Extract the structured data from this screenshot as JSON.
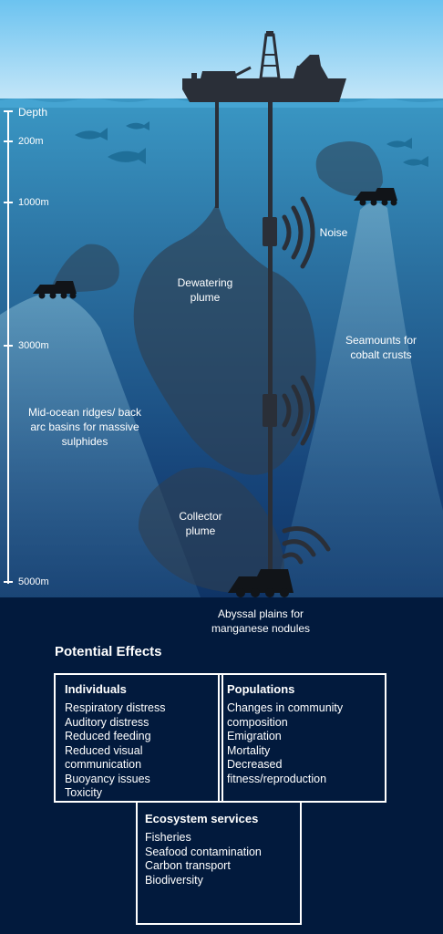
{
  "depth": {
    "title": "Depth",
    "markers": [
      "200m",
      "1000m",
      "3000m",
      "5000m"
    ]
  },
  "labels": {
    "noise": "Noise",
    "dewatering_plume": "Dewatering plume",
    "seamounts": "Seamounts for cobalt crusts",
    "ridges": "Mid-ocean ridges/ back arc basins for massive sulphides",
    "collector_plume": "Collector plume",
    "abyssal": "Abyssal plains for manganese nodules"
  },
  "effects": {
    "title": "Potential Effects",
    "individuals": {
      "title": "Individuals",
      "items": [
        "Respiratory distress",
        "Auditory distress",
        "Reduced feeding",
        "Reduced visual communication",
        "Buoyancy issues",
        "Toxicity"
      ]
    },
    "populations": {
      "title": "Populations",
      "items": [
        "Changes in community composition",
        "Emigration",
        "Mortality",
        "Decreased fitness/reproduction"
      ]
    },
    "ecosystem": {
      "title": "Ecosystem services",
      "items": [
        "Fisheries",
        "Seafood contamination",
        "Carbon transport",
        "Biodiversity"
      ]
    }
  },
  "colors": {
    "sky_top": "#6cc3f0",
    "sky_bottom": "#bfe4f8",
    "sea_top": "#2f89b8",
    "sea_bottom": "#0f3466",
    "seafloor": "#021a3d",
    "silhouette": "#2a2f38",
    "fish": "#1f6f99"
  },
  "icons": [
    "ship-icon",
    "fish-icon",
    "mining-vehicle-icon",
    "noise-wave-icon",
    "pump-icon"
  ]
}
